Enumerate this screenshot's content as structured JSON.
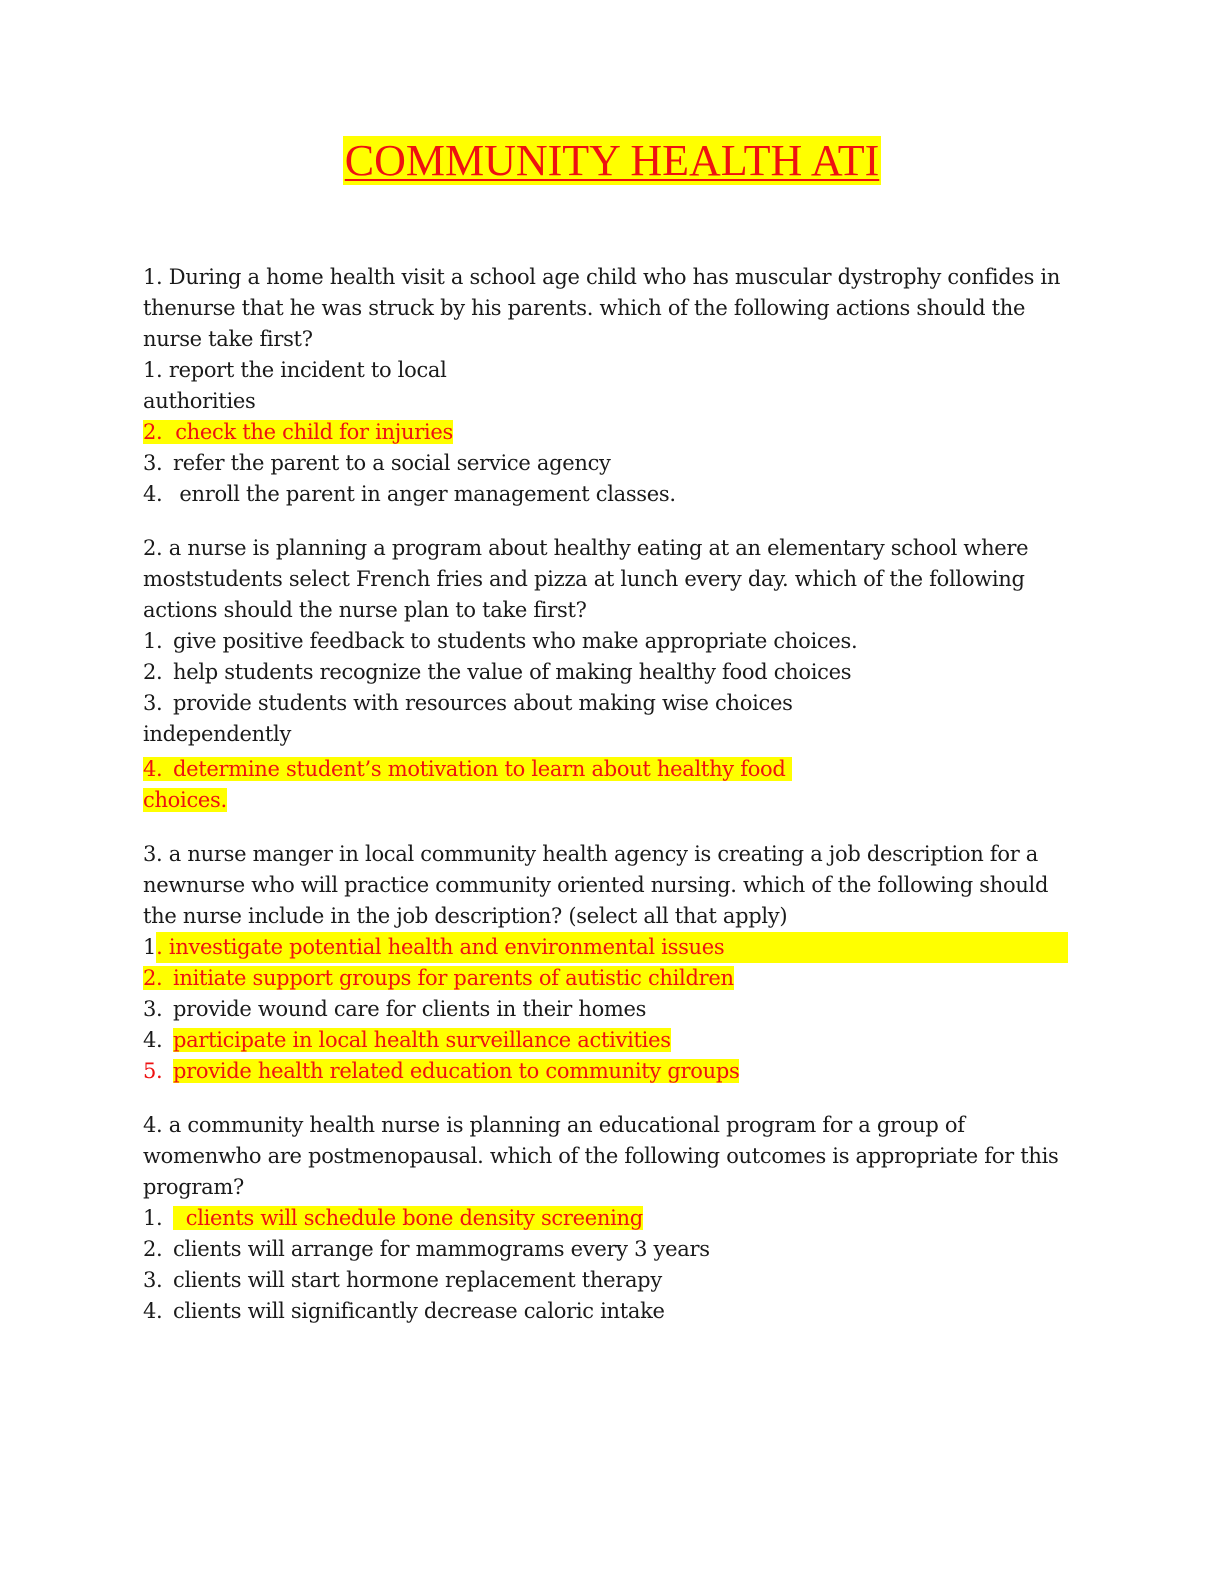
{
  "title": "COMMUNITY HEALTH ATI",
  "colors": {
    "highlight_bg": "#ffff00",
    "answer_text": "#ee1111",
    "body_text": "#1a1a1a"
  },
  "questions": [
    {
      "stem": "1. During a home health visit a school age child who has muscular dystrophy confides in thenurse that he was struck by his parents. which of the following actions should the nurse take first?",
      "options": [
        {
          "num": "1.",
          "text": "report the incident to local",
          "cont": "authorities"
        },
        {
          "num": "2.",
          "text": "check the child for injuries"
        },
        {
          "num": "3.",
          "text": "refer the parent to a social service agency"
        },
        {
          "num": "4.",
          "text": " enroll the parent in anger management classes."
        }
      ]
    },
    {
      "stem": "2.  a nurse is planning a program about healthy eating at an elementary school where moststudents select French fries and pizza at lunch every day. which of the following actions should the nurse plan to take first?",
      "options": [
        {
          "num": "1.",
          "text": "give positive feedback to students who make appropriate choices."
        },
        {
          "num": "2.",
          "text": "help students recognize the value of making healthy food choices"
        },
        {
          "num": "3.",
          "text": "provide students with resources about making wise choices",
          "cont": "independently"
        },
        {
          "num": "4.",
          "text": "determine student’s motivation to learn about healthy food",
          "cont": "choices."
        }
      ]
    },
    {
      "stem": "3. a nurse manger in local community health agency is creating a job description for a newnurse who will practice community oriented nursing. which of the following should the nurse include in the job description? (select all that apply)",
      "options": [
        {
          "num": "1",
          "text": ".  investigate potential health and environmental issues"
        },
        {
          "num": "2.",
          "text": "initiate support groups for parents of autistic children"
        },
        {
          "num": "3.",
          "text": "provide wound care for clients in their homes"
        },
        {
          "num": "4.",
          "text": "participate in local health surveillance activities"
        },
        {
          "num": "5.",
          "text": "provide health related education to community groups"
        }
      ]
    },
    {
      "stem": "4. a community health nurse is planning an educational program for a group of womenwho are postmenopausal. which of the following outcomes is appropriate for this program?",
      "options": [
        {
          "num": "1.",
          "text": "  clients will schedule bone density screening"
        },
        {
          "num": "2.",
          "text": "clients will arrange for mammograms every 3 years"
        },
        {
          "num": "3.",
          "text": "clients will start hormone replacement therapy"
        },
        {
          "num": "4.",
          "text": "clients will significantly decrease caloric intake"
        }
      ]
    }
  ]
}
